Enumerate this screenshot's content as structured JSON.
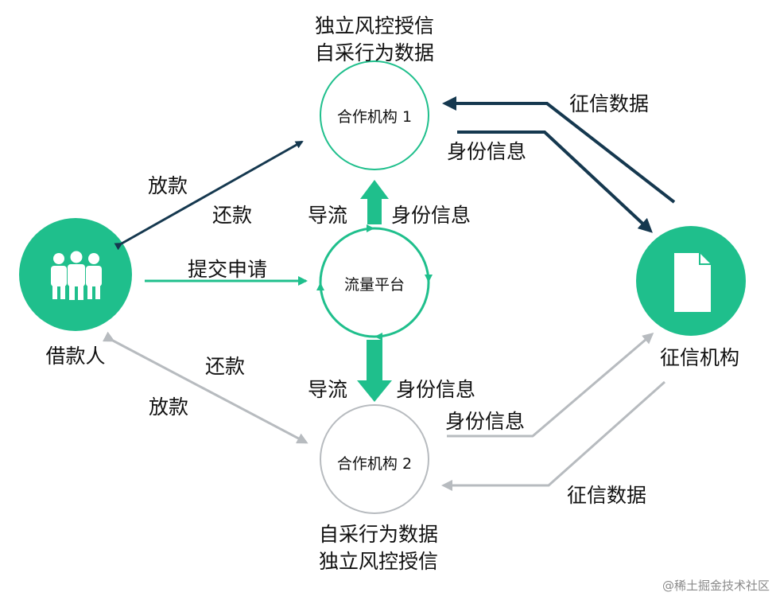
{
  "nodes": {
    "partner1": {
      "label": "合作机构 1",
      "note_line1": "独立风控授信",
      "note_line2": "自采行为数据"
    },
    "traffic": {
      "label": "流量平台"
    },
    "partner2": {
      "label": "合作机构 2",
      "note_line1": "自采行为数据",
      "note_line2": "独立风控授信"
    },
    "borrower": {
      "label": "借款人",
      "icon": "people-group-icon"
    },
    "credit_bureau": {
      "label": "征信机构",
      "icon": "document-icon"
    }
  },
  "edges": {
    "borrower_p1_disburse": "放款",
    "borrower_p1_repay": "还款",
    "borrower_traffic_apply": "提交申请",
    "traffic_p1_divert": "导流",
    "traffic_p1_identity": "身份信息",
    "traffic_p2_divert": "导流",
    "traffic_p2_identity": "身份信息",
    "borrower_p2_repay": "还款",
    "borrower_p2_disburse": "放款",
    "bureau_p1_credit": "征信数据",
    "p1_bureau_identity": "身份信息",
    "p2_bureau_identity": "身份信息",
    "bureau_p2_credit": "征信数据"
  },
  "colors": {
    "green": "#1fbf8c",
    "dark_navy": "#15384f",
    "gray": "#b7bbbf"
  },
  "watermark": "@稀土掘金技术社区"
}
